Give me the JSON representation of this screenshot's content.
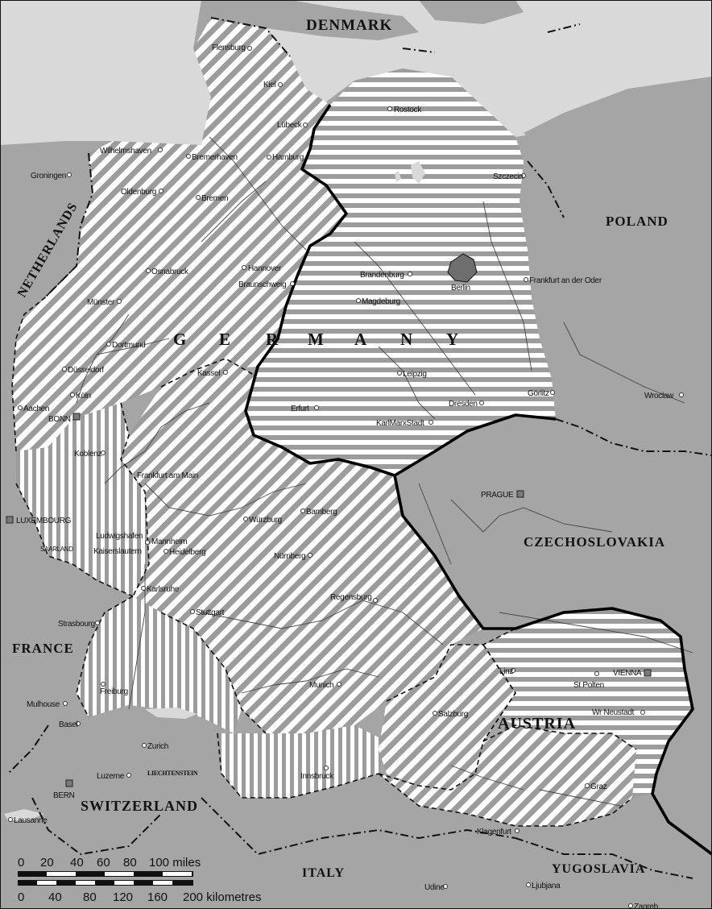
{
  "map": {
    "countries": {
      "denmark": "DENMARK",
      "netherlands": "NETHERLANDS",
      "poland": "POLAND",
      "czechoslovakia": "CZECHOSLOVAKIA",
      "france": "FRANCE",
      "austria": "AUSTRIA",
      "switzerland": "SWITZERLAND",
      "italy": "ITALY",
      "yugoslavia": "YUGOSLAVIA",
      "luxembourg": "LUXEMBOURG",
      "saarland": "SAARLAND",
      "liechtenstein": "LIECHTENSTEIN"
    },
    "germany_letters": [
      "G",
      "E",
      "R",
      "M",
      "A",
      "N",
      "Y"
    ],
    "cities": {
      "flensburg": "Flensburg",
      "kiel": "Kiel",
      "lubeck": "Lübeck",
      "rostock": "Rostock",
      "wilhelmshaven": "Wilhelmshaven",
      "bremerhaven": "Bremerhaven",
      "hamburg": "Hamburg",
      "groningen": "Groningen",
      "oldenburg": "Oldenburg",
      "bremen": "Bremen",
      "szczecin": "Szczecin",
      "osnabruck": "Osnabruck",
      "hannover": "Hannover",
      "braunschweig": "Braunschweig",
      "brandenburg": "Brandenburg",
      "berlin": "Berlin",
      "frankfurt_oder": "Frankfurt an der Oder",
      "munster": "Münster",
      "magdeburg": "Magdeburg",
      "dortmund": "Dortmund",
      "dusseldorf": "Düsseldorf",
      "kassel": "Kassel",
      "leipzig": "Leipzig",
      "koln": "Köln",
      "aachen": "Aachen",
      "bonn": "BONN",
      "erfurt": "Erfurt",
      "dresden": "Dresden",
      "gorlitz": "Görlitz",
      "wroclaw": "Wroclaw",
      "karlmarxstadt": "KarlMarxStadt",
      "koblenz": "Koblenz",
      "frankfurt_main": "Frankfurt am Main",
      "prague": "PRAGUE",
      "wurzburg": "Würzburg",
      "bamberg": "Bamberg",
      "ludwigshafen": "Ludwigshafen",
      "mannheim": "Mannheim",
      "kaiserslautern": "Kaiserslautern",
      "heidelberg": "Heidelberg",
      "nurnberg": "Nürnberg",
      "karlsruhe": "Karlsruhe",
      "regensburg": "Regensburg",
      "stuttgart": "Stuttgart",
      "strasbourg": "Strasbourg",
      "linz": "Linz",
      "vienna": "VIENNA",
      "st_polten": "St Polten",
      "freiburg": "Freiburg",
      "munich": "Munich",
      "mulhouse": "Mulhouse",
      "salzburg": "Salzburg",
      "wr_neustadt": "Wr Neustadt",
      "basel": "Basel",
      "zurich": "Zurich",
      "luzerne": "Luzerne",
      "innsbruck": "Innsbruck",
      "graz": "Graz",
      "bern": "BERN",
      "lausanne": "Lausanne",
      "klagenfurt": "Klagenfurt",
      "udine": "Udine",
      "ljubljana": "Ljubjana",
      "zagreb": "Zagreb"
    },
    "scale": {
      "miles_ticks": [
        "0",
        "20",
        "40",
        "60",
        "80",
        "100 miles"
      ],
      "km_ticks": [
        "0",
        "40",
        "80",
        "120",
        "160",
        "200 kilometres"
      ]
    },
    "colors": {
      "foreign_land": "#a5a5a5",
      "sea": "#d9d9d9",
      "zone_fill": "#ffffff",
      "hatch": "#9c9c9c",
      "border": "#111111"
    }
  }
}
